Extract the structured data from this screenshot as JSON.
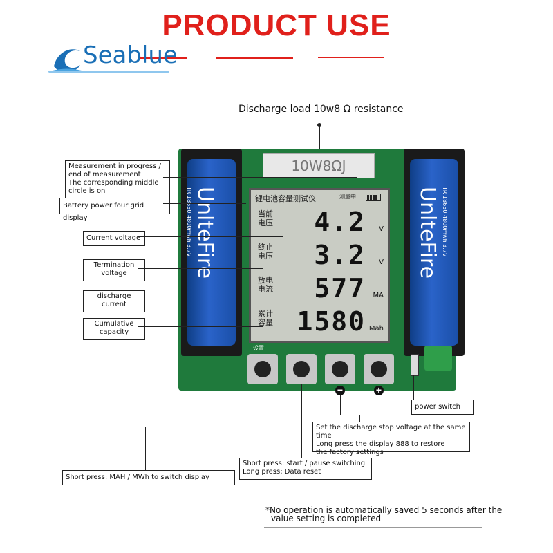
{
  "header": {
    "title": "PRODUCT USE",
    "brand": "Seablue"
  },
  "resistor_label": "Discharge load 10w8 Ω resistance",
  "resistor_print": "10W8ΩJ",
  "callouts": {
    "measurement": [
      "Measurement in progress /",
      "end of measurement",
      "The corresponding middle",
      "circle is on"
    ],
    "battery_grid": "Battery power four grid display",
    "current_voltage": "Current voltage",
    "termination_voltage": [
      "Termination",
      "voltage"
    ],
    "discharge_current": [
      "discharge",
      "current"
    ],
    "cumulative_capacity": [
      "Cumulative",
      "capacity"
    ],
    "power_switch": "power switch",
    "stop_voltage": [
      "Set the discharge stop voltage at the same time",
      "Long press the display 888 to restore",
      "the factory settings"
    ],
    "start_pause": [
      "Short press: start / pause switching",
      "Long press: Data reset"
    ],
    "mah_switch": "Short press: MAH / MWh to switch display"
  },
  "lcd": {
    "title": "锂电池容量测试仪",
    "status": "测量中",
    "rows": [
      {
        "label": "当前电压",
        "value": "4.2",
        "unit": "V"
      },
      {
        "label": "终止电压",
        "value": "3.2",
        "unit": "V"
      },
      {
        "label": "放电电流",
        "value": "577",
        "unit": "MA"
      },
      {
        "label": "累计容量",
        "value": "1580",
        "unit": "Mah"
      }
    ]
  },
  "battery": {
    "brand": "UnlteFire",
    "model": "TR 18650 4800mwh 3.7V"
  },
  "buttons": {
    "set_label": "设置",
    "minus": "−",
    "plus": "+"
  },
  "footnote": [
    "*No operation is automatically saved 5 seconds after the",
    "value setting is completed"
  ],
  "colors": {
    "title_red": "#e0201b",
    "board_green": "#1f7a3c",
    "battery_blue": "#1f55b3",
    "brand_blue": "#1a6fb6"
  }
}
